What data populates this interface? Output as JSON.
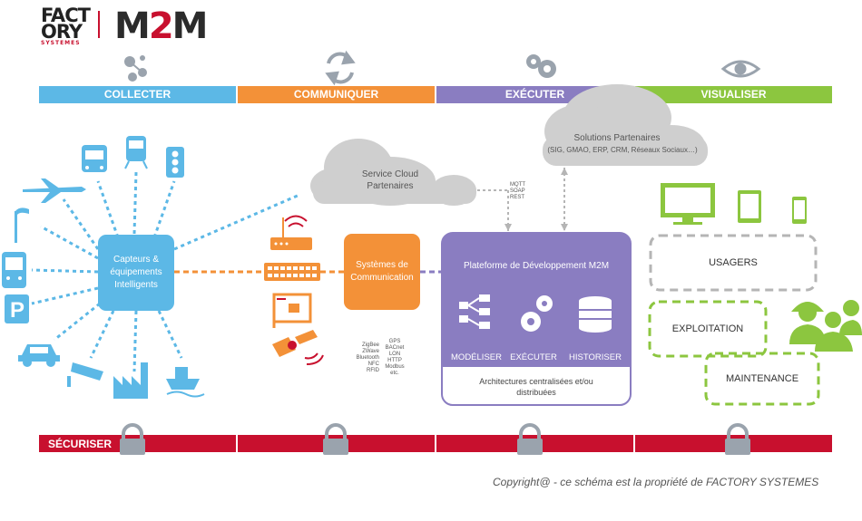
{
  "logo": {
    "factory_line1": "FACT",
    "factory_line2": "ORY",
    "factory_sub": "SYSTEMES",
    "m2m_pre": "M",
    "m2m_two": "2",
    "m2m_post": "M"
  },
  "phases": [
    "COLLECTER",
    "COMMUNIQUER",
    "EXÉCUTER",
    "VISUALISER"
  ],
  "colors": {
    "collecter": "#5cb8e6",
    "communiquer": "#f39138",
    "executer": "#8a7dc1",
    "visualiser": "#8cc63f",
    "securiser": "#c8102e",
    "cloud": "#cfcfcf",
    "icon_blue": "#5cb8e6"
  },
  "sensors_box": "Capteurs & équipements Intelligents",
  "comm_box": "Systèmes de Communication",
  "cloud_service": "Service Cloud Partenaires",
  "cloud_solutions_title": "Solutions Partenaires",
  "cloud_solutions_sub": "(SIG, GMAO, ERP, CRM, Réseaux Sociaux…)",
  "protocols_cloud": [
    "MQTT",
    "SOAP",
    "REST"
  ],
  "protocols_left": [
    "ZigBee",
    "ZWave",
    "Bluetooth",
    "NFC",
    "RFID"
  ],
  "protocols_right": [
    "GPS",
    "BACnet",
    "LON",
    "HTTP",
    "Modbus",
    "etc."
  ],
  "platform": {
    "title": "Plateforme de Développement M2M",
    "modules": [
      "MODÉLISER",
      "EXÉCUTER",
      "HISTORISER"
    ],
    "footer": "Architectures centralisées et/ou distribuées"
  },
  "visualiser_boxes": [
    "USAGERS",
    "EXPLOITATION",
    "MAINTENANCE"
  ],
  "securiser": "SÉCURISER",
  "copyright": "Copyright@ - ce schéma est la propriété de FACTORY SYSTEMES",
  "icons": {
    "phase_icons": [
      "molecule-icon",
      "sync-icon",
      "gears-icon",
      "eye-icon"
    ],
    "sensor_icons": [
      "bus-icon",
      "tram-icon",
      "traffic-light-icon",
      "airplane-icon",
      "street-lamp-icon",
      "bus-front-icon",
      "parking-icon",
      "car-icon",
      "security-camera-icon",
      "factory-icon",
      "ship-icon"
    ],
    "comm_icons": [
      "router-icon",
      "network-switch-icon",
      "circuit-board-icon",
      "satellite-icon"
    ],
    "platform_icons": [
      "flowchart-icon",
      "cogs-icon",
      "database-icon"
    ],
    "device_icons": [
      "monitor-icon",
      "tablet-icon",
      "smartphone-icon"
    ],
    "people_icon": "workers-icon",
    "lock_icon": "padlock-icon"
  }
}
